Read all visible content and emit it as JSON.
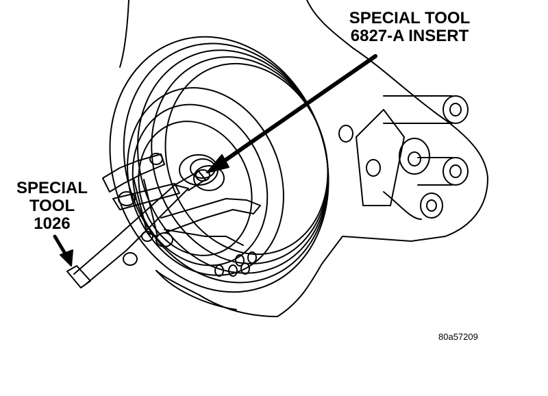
{
  "labels": {
    "insert_line1": "SPECIAL TOOL",
    "insert_line2": "6827-A INSERT",
    "tool_line1": "SPECIAL",
    "tool_line2": "TOOL",
    "tool_line3": "1026"
  },
  "figure_id": "80a57209",
  "colors": {
    "ink": "#000000",
    "paper": "#ffffff"
  }
}
